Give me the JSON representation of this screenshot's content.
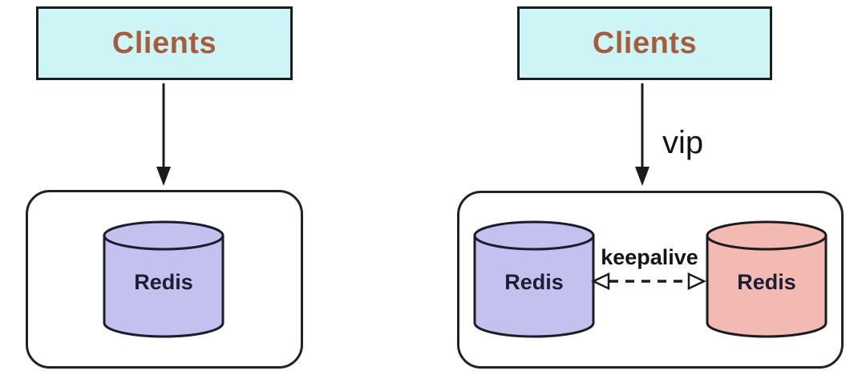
{
  "diagram": {
    "title_semantic": "redis-single-vs-keepalive-ha-diagram",
    "left_panel": {
      "clients_label": "Clients",
      "redis_label": "Redis"
    },
    "right_panel": {
      "clients_label": "Clients",
      "vip_label": "vip",
      "keepalive_label": "keepalive",
      "redis_primary_label": "Redis",
      "redis_secondary_label": "Redis"
    },
    "colors": {
      "clients_fill": "#cdf5f6",
      "clients_text": "#a75d3d",
      "redis_purple_fill": "#c5c1ee",
      "redis_pink_fill": "#f3bab4",
      "outline": "#1c1c1c",
      "background": "#ffffff"
    }
  }
}
